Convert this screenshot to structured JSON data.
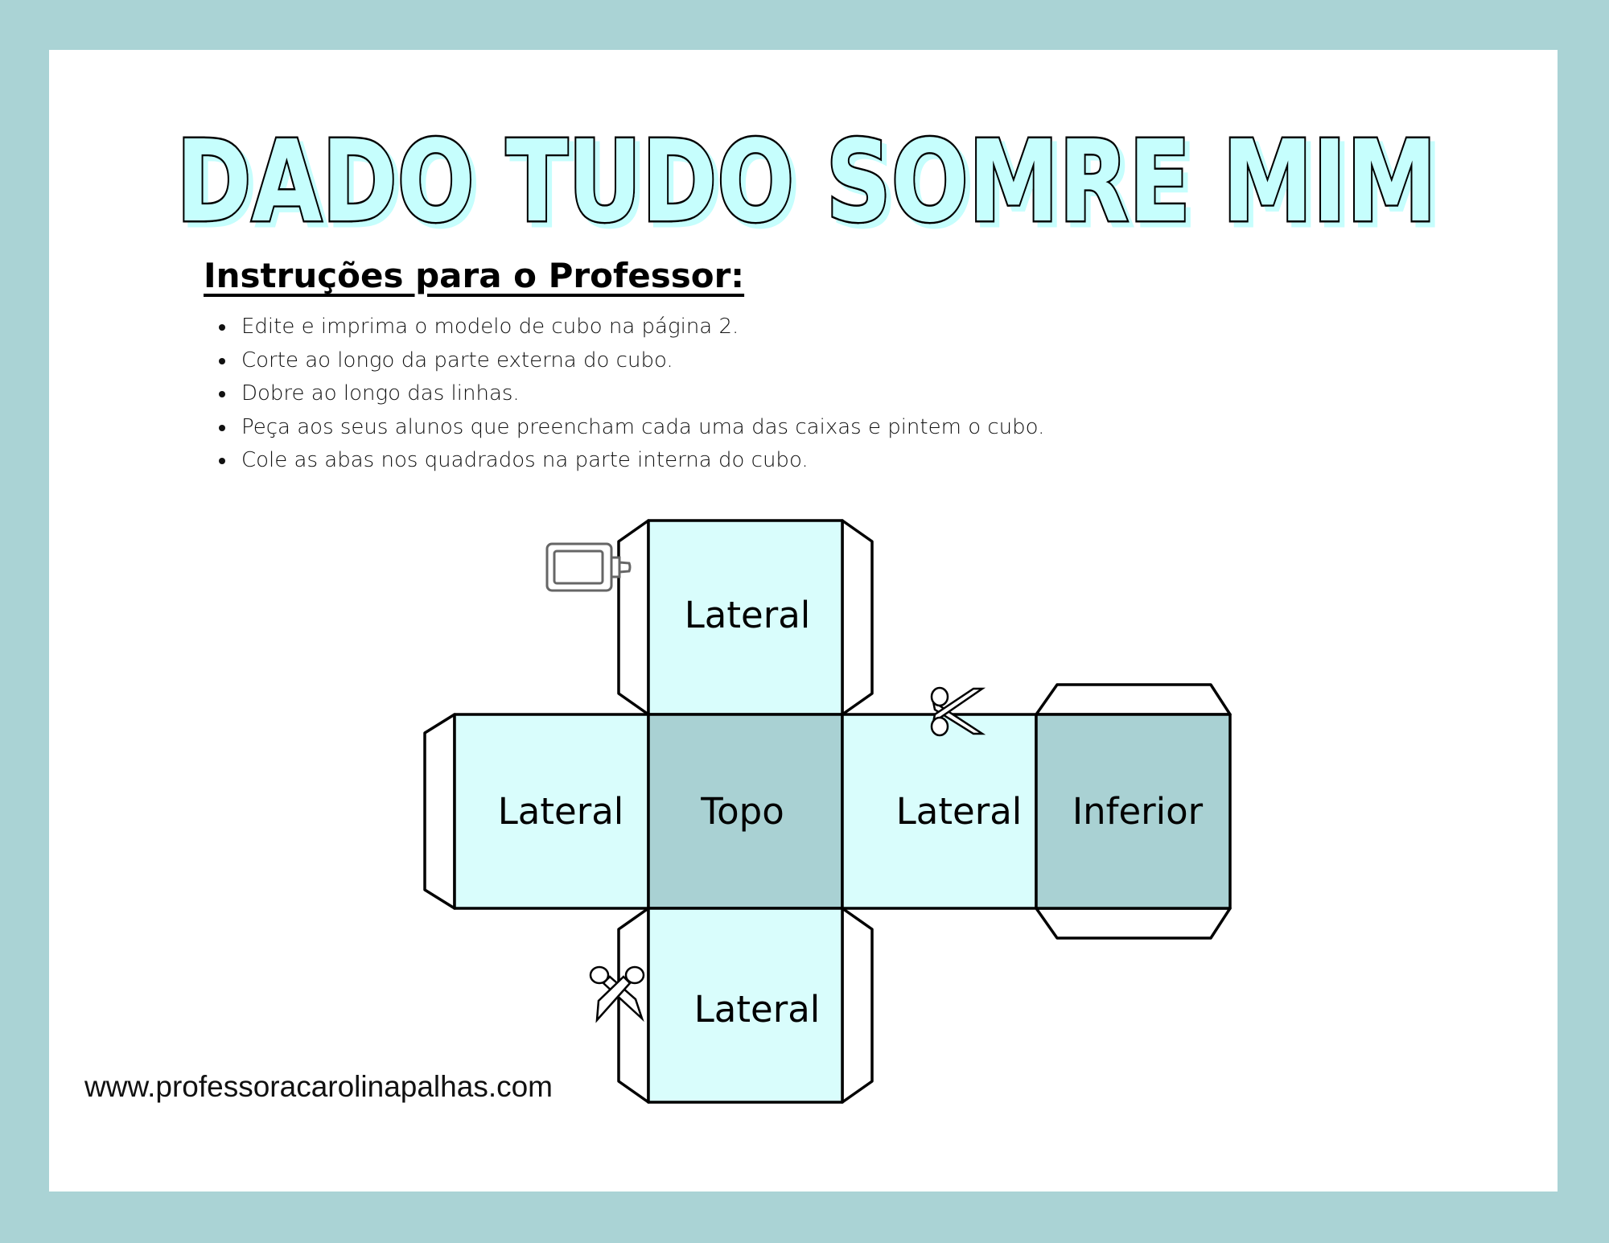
{
  "title": "DADO TUDO SOMRE MIM",
  "instructions": {
    "heading": "Instruções para o Professor:",
    "items": [
      "Edite e imprima o modelo de cubo na página 2.",
      "Corte ao longo da parte externa do cubo.",
      "Dobre ao longo das linhas.",
      "Peça aos seus alunos que preencham cada uma das caixas e pintem o cubo.",
      "Cole as abas nos quadrados na parte interna do cubo."
    ]
  },
  "cube": {
    "top_lateral": "Lateral",
    "left_lateral": "Lateral",
    "center": "Topo",
    "right_lateral": "Lateral",
    "bottom_face": "Inferior",
    "bottom_lateral": "Lateral"
  },
  "icons": [
    "glue-icon",
    "scissors-icon"
  ],
  "colors": {
    "border": "#aad3d5",
    "light_face": "#d9fdfc",
    "dark_face": "#a9d1d3",
    "title_fill": "#c6fefd"
  },
  "website": "www.professoracarolinapalhas.com"
}
